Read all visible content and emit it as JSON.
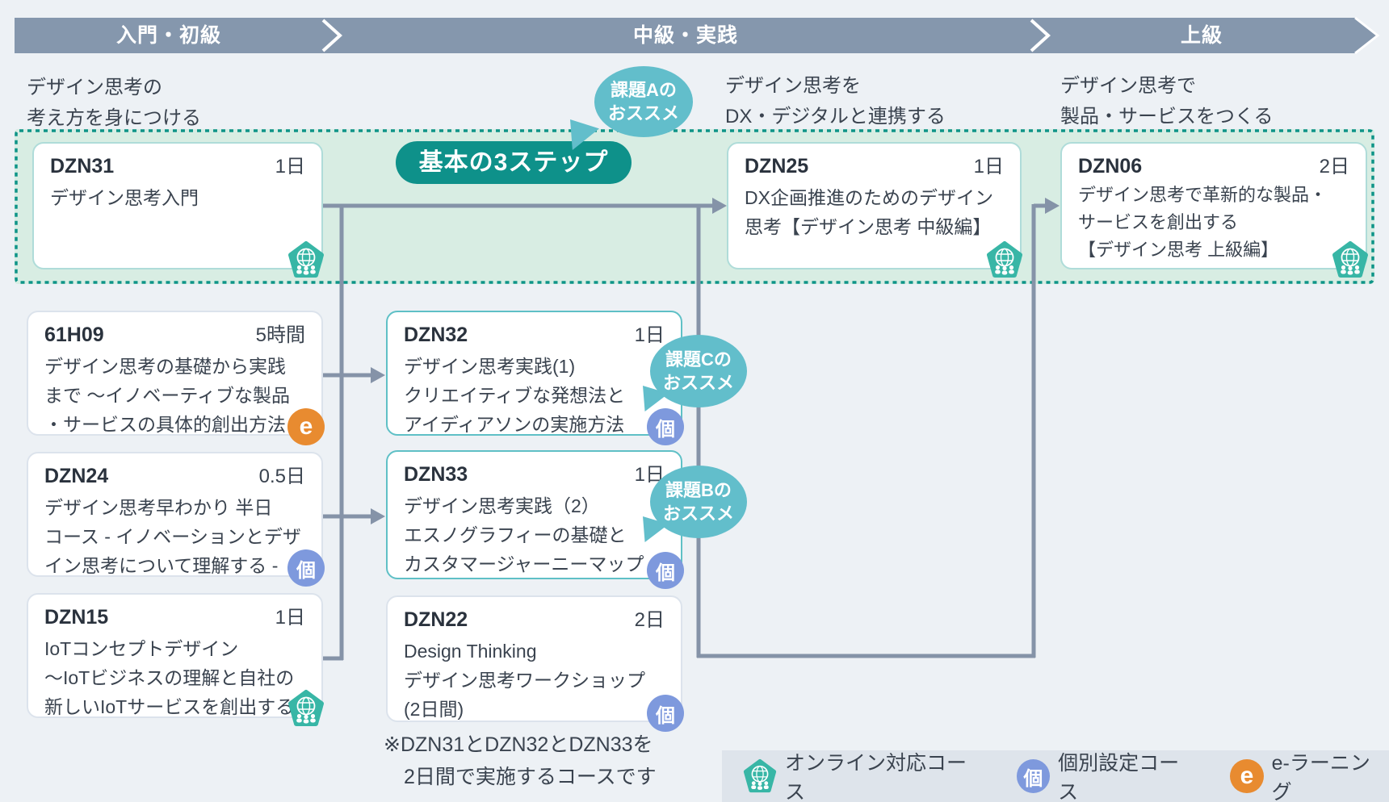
{
  "header": {
    "segments": [
      "入門・初級",
      "中級・実践",
      "上級"
    ]
  },
  "phases": [
    {
      "description": "デザイン思考の\n考え方を身につける"
    },
    {
      "description": "デザイン思考を\nDX・デジタルと連携する"
    },
    {
      "description": "デザイン思考で\n製品・サービスをつくる"
    }
  ],
  "highlight": {
    "badge_label": "基本の3ステップ",
    "bubble_a": "課題Aの\nおススメ",
    "bubble_c": "課題Cの\nおススメ",
    "bubble_b": "課題Bの\nおススメ"
  },
  "courses": {
    "dzn31": {
      "code": "DZN31",
      "duration": "1日",
      "title": "デザイン思考入門",
      "badge": "online"
    },
    "dzn25": {
      "code": "DZN25",
      "duration": "1日",
      "title": "DX企画推進のためのデザイン\n思考【デザイン思考 中級編】",
      "badge": "online"
    },
    "dzn06": {
      "code": "DZN06",
      "duration": "2日",
      "title": "デザイン思考で革新的な製品・\nサービスを創出する\n【デザイン思考 上級編】",
      "badge": "online"
    },
    "c61h09": {
      "code": "61H09",
      "duration": "5時間",
      "title": "デザイン思考の基礎から実践\nまで 〜イノベーティブな製品\n・サービスの具体的創出方法",
      "badge": "elearning"
    },
    "dzn24": {
      "code": "DZN24",
      "duration": "0.5日",
      "title": "デザイン思考早わかり 半日\nコース - イノベーションとデザ\nイン思考について理解する -",
      "badge": "individual"
    },
    "dzn15": {
      "code": "DZN15",
      "duration": "1日",
      "title": "IoTコンセプトデザイン\n〜IoTビジネスの理解と自社の\n新しいIoTサービスを創出する",
      "badge": "online"
    },
    "dzn32": {
      "code": "DZN32",
      "duration": "1日",
      "title": "デザイン思考実践(1)\nクリエイティブな発想法と\nアイディアソンの実施方法",
      "badge": "individual"
    },
    "dzn33": {
      "code": "DZN33",
      "duration": "1日",
      "title": "デザイン思考実践（2）\nエスノグラフィーの基礎と\nカスタマージャーニーマップ",
      "badge": "individual"
    },
    "dzn22": {
      "code": "DZN22",
      "duration": "2日",
      "title": "Design Thinking\nデザイン思考ワークショップ\n(2日間)",
      "badge": "individual"
    }
  },
  "note": "※DZN31とDZN32とDZN33を\n　2日間で実施するコースです",
  "legend": [
    {
      "icon": "online-course-icon",
      "label": "オンライン対応コース"
    },
    {
      "icon": "individual-course-icon",
      "label": "個別設定コース"
    },
    {
      "icon": "elearning-icon",
      "label": "e-ラーニング"
    }
  ],
  "badge_chars": {
    "individual": "個",
    "elearning": "e"
  },
  "colors": {
    "background": "#EDF1F5",
    "header_band": "#8597AD",
    "highlight_fill": "#D8EDE3",
    "highlight_border": "#0E9488",
    "accent_teal_pill": "#0E918A",
    "bubble": "#62BECB",
    "connector": "#8593A8",
    "online_badge": "#38B6A6",
    "individual_badge": "#7E99DD",
    "elearning_badge": "#E88B30",
    "card_border_highlight": "#AFDCD9",
    "card_border_practice": "#5FC0C6",
    "card_border_plain": "#DCE3EC",
    "legend_band": "#DEE4EB",
    "text": "#3A434F"
  }
}
